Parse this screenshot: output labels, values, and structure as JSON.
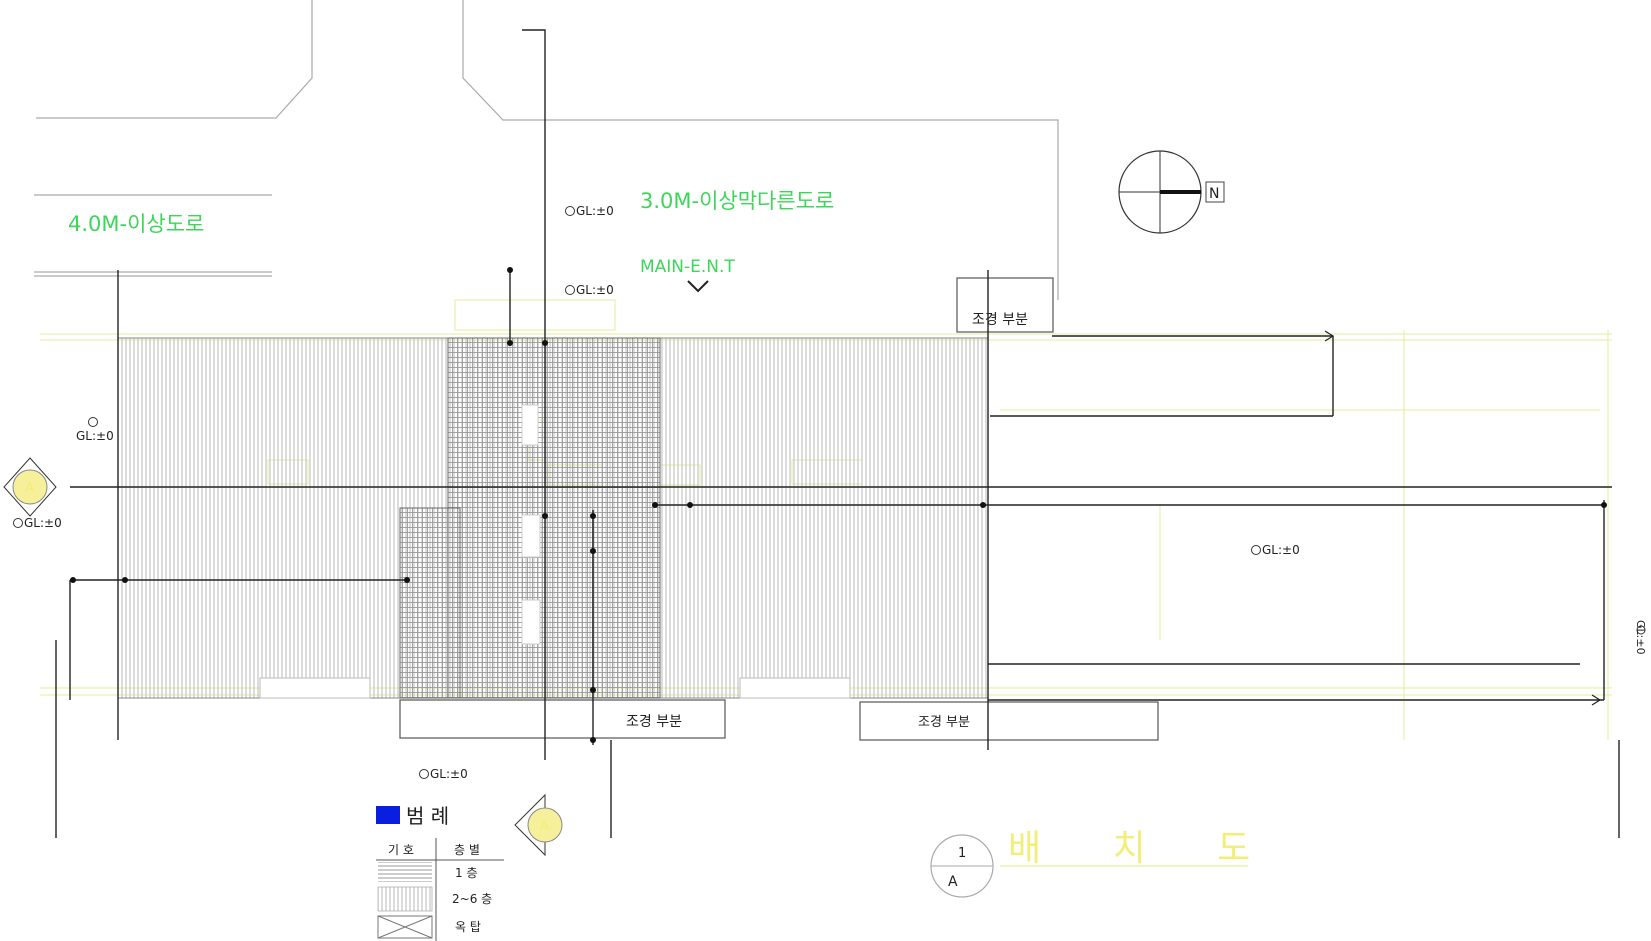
{
  "colors": {
    "road_label": "#3dd65a",
    "light_label": "#a8e6a0",
    "guide_line": "#e6ee9a",
    "building_hatch": "#b9b9b9",
    "dense_hatch": "#9a9a9a",
    "legend_swatch": "#0a1ee0",
    "title": "#f2ee7a",
    "ink": "#222222"
  },
  "roads": {
    "west_road": "4.0M-이상도로",
    "north_road": "3.0M-이상막다른도로"
  },
  "entrance": {
    "label": "MAIN-E.N.T"
  },
  "north_arrow": {
    "letter": "N"
  },
  "gl_markers": [
    {
      "label": "GL:±0"
    },
    {
      "label": "GL:±0"
    },
    {
      "label": "GL:±0"
    },
    {
      "label": "GL:±0"
    },
    {
      "label": "GL:±0"
    },
    {
      "label": "GL:±0"
    },
    {
      "label": "GL:±0"
    }
  ],
  "landscape_labels": [
    "조경 부분",
    "조경 부분",
    "조경 부분"
  ],
  "section_marks": {
    "west_letter": "A",
    "south_letter": "A"
  },
  "legend": {
    "title": "범 례",
    "header_symbol": "기 호",
    "header_floor": "층 별",
    "rows": [
      "1 층",
      "2~6 층",
      "옥 탑"
    ]
  },
  "drawing_title": {
    "sheet_number": "1",
    "sheet_letter": "A",
    "title": "배 치 도"
  }
}
